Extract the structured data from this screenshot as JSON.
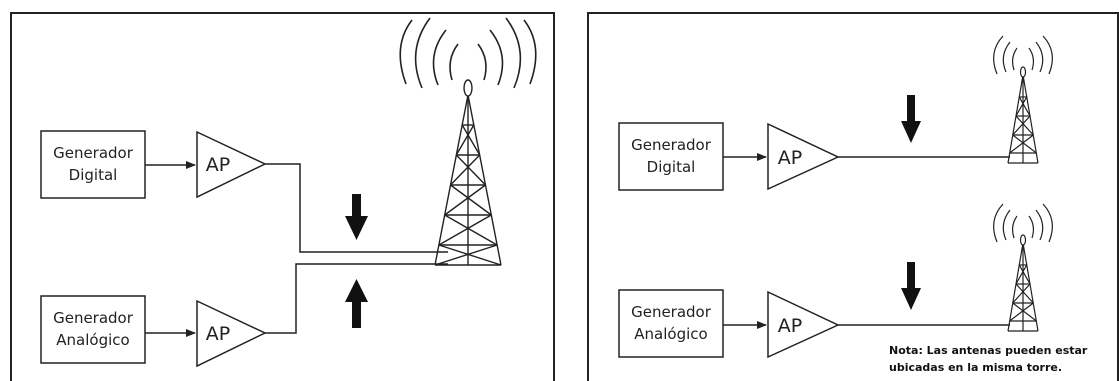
{
  "left_diagram": {
    "generator_digital": {
      "line1": "Generador",
      "line2": "Digital"
    },
    "generator_analog": {
      "line1": "Generador",
      "line2": "Analógico"
    },
    "amp_top": "AP",
    "amp_bottom": "AP"
  },
  "right_diagram": {
    "generator_digital": {
      "line1": "Generador",
      "line2": "Digital"
    },
    "generator_analog": {
      "line1": "Generador",
      "line2": "Analógico"
    },
    "amp_top": "AP",
    "amp_bottom": "AP",
    "note_line1": "Nota: Las antenas pueden estar",
    "note_line2": "ubicadas en la misma torre."
  }
}
